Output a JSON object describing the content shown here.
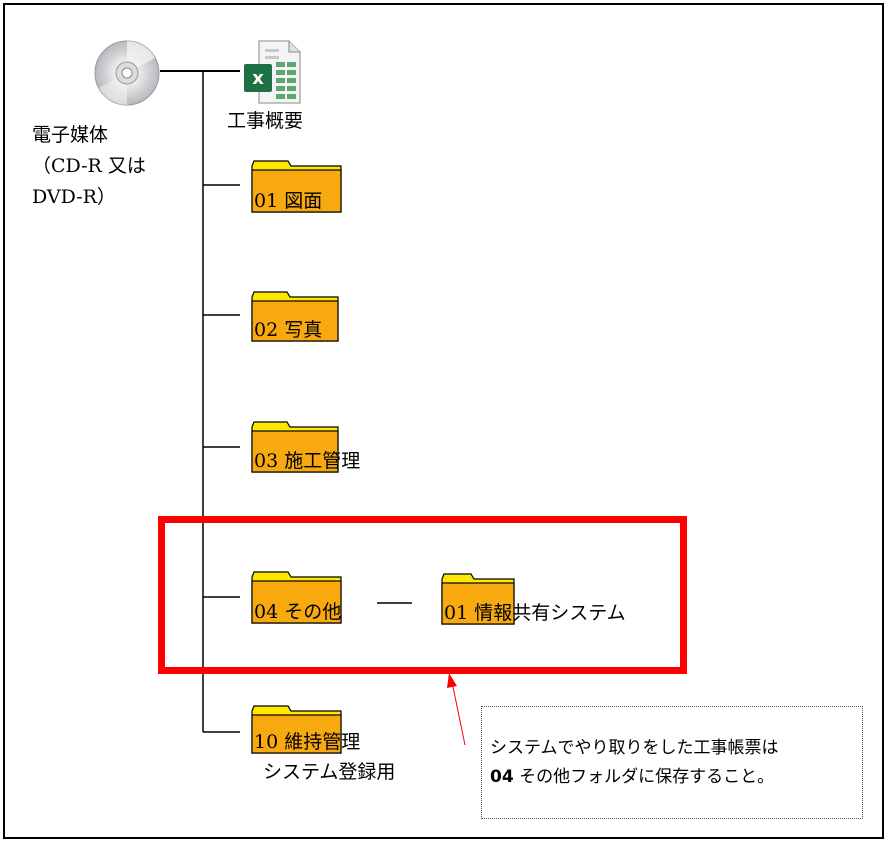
{
  "source": {
    "icon": "cd-disc-icon",
    "label_lines": [
      "電子媒体",
      "（CD-R 又は",
      "DVD-R）"
    ]
  },
  "excel": {
    "icon": "excel-file-icon",
    "label": "工事概要"
  },
  "folders": [
    {
      "label": "01 図面",
      "icon": "folder-icon"
    },
    {
      "label": "02 写真",
      "icon": "folder-icon"
    },
    {
      "label": "03 施工管理",
      "icon": "folder-icon"
    },
    {
      "label": "04 その他",
      "icon": "folder-icon"
    },
    {
      "label": "10 維持管理",
      "label_line2": "システム登録用",
      "icon": "folder-icon"
    }
  ],
  "subfolder": {
    "label": "01 情報共有システム",
    "icon": "folder-icon"
  },
  "note": {
    "line1": "システムでやり取りをした工事帳票は",
    "line2_bold": "04",
    "line2_rest": " その他フォルダに保存すること。"
  },
  "colors": {
    "folder": "#f7a90f",
    "folder_tab": "#ffe800",
    "highlight": "#ff0000",
    "excel": "#1e7145"
  }
}
